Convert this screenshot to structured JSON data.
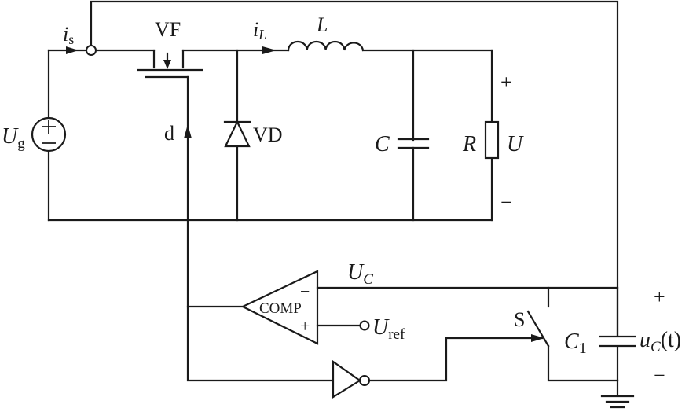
{
  "labels": {
    "is_main": "i",
    "is_sub": "s",
    "vf": "VF",
    "il_main": "i",
    "il_sub": "L",
    "inductor": "L",
    "ug_main": "U",
    "ug_sub": "g",
    "plus": "+",
    "minus": "−",
    "d": "d",
    "vd": "VD",
    "c": "C",
    "r": "R",
    "u": "U",
    "uc_main": "U",
    "uc_sub": "C",
    "comp": "COMP",
    "uref_main": "U",
    "uref_sub": "ref",
    "s": "S",
    "c1_main": "C",
    "c1_sub": "1",
    "uct_u": "u",
    "uct_sub": "C",
    "uct_t": "(t)"
  }
}
